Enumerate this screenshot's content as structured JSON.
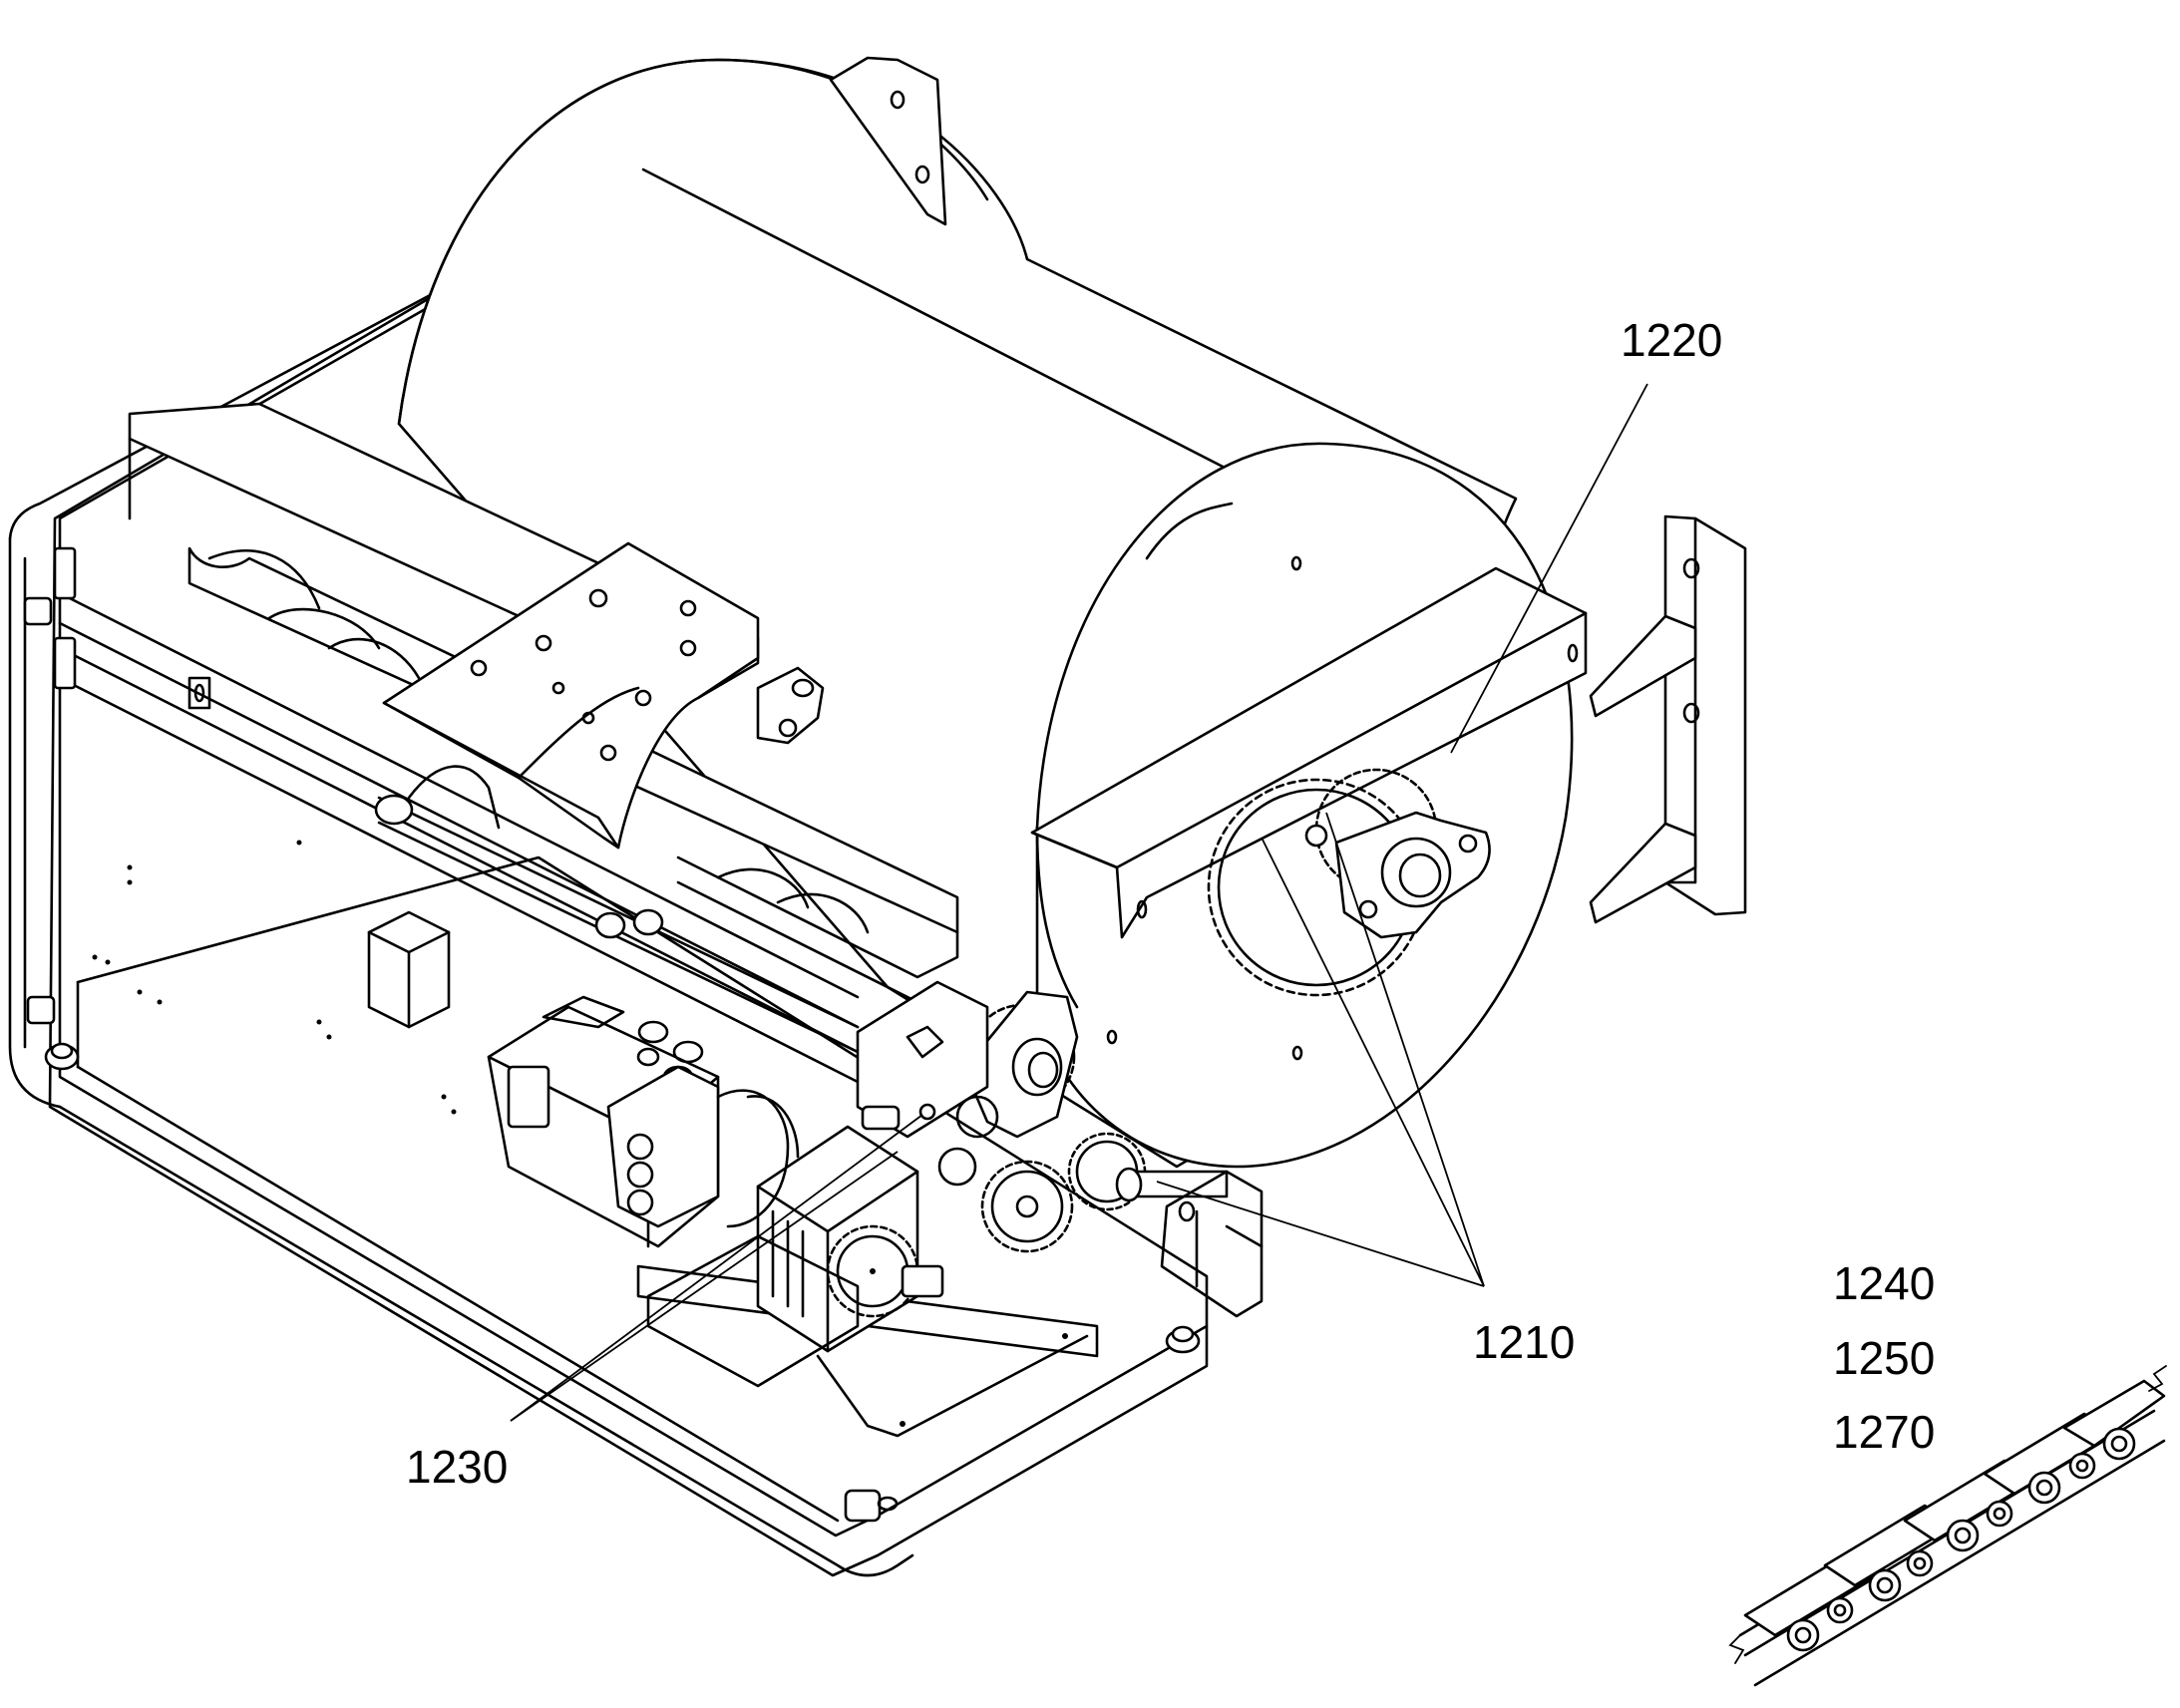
{
  "callouts": {
    "c1210": "1210",
    "c1220": "1220",
    "c1230": "1230",
    "c1240": "1240",
    "c1250": "1250",
    "c1270": "1270"
  },
  "icons": {
    "main_assembly": "reel-winch-assembly-icon",
    "chain": "roller-chain-icon"
  }
}
